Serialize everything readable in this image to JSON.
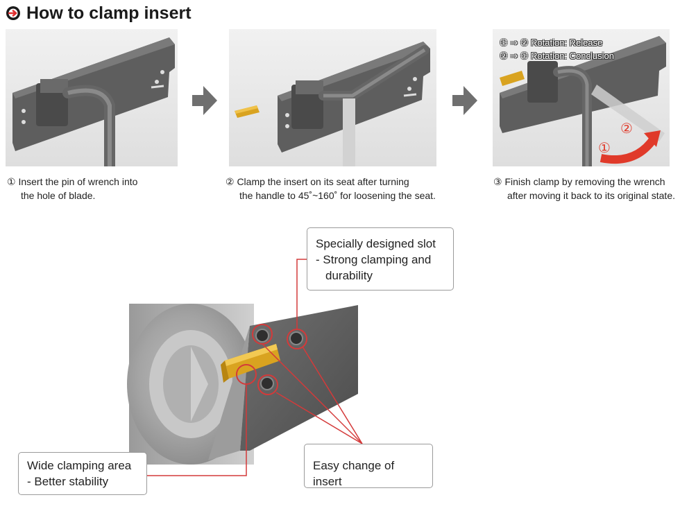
{
  "header": {
    "title": "How to clamp insert",
    "bullet_icon": "circled-arrow-icon",
    "accent": "#e03030"
  },
  "steps": [
    {
      "line1": "① Insert the pin of wrench into",
      "line2": "the hole of blade."
    },
    {
      "line1": "② Clamp the insert on its seat after turning",
      "line2": "the handle to 45˚~160˚ for loosening the seat."
    },
    {
      "line1": "③ Finish clamp by removing the wrench",
      "line2": "after moving it back to its original state."
    }
  ],
  "rotation_note": {
    "release": "① ⇒ ② Rotation: Release",
    "conclusion": "② ⇒ ① Rotation: Conclusion",
    "marker1": "①",
    "marker2": "②"
  },
  "callouts": {
    "slot": {
      "title": "Specially designed slot",
      "line1": "- Strong clamping and",
      "line2": "durability"
    },
    "clamping": {
      "title": "Wide clamping area",
      "line1": "- Better stability"
    },
    "change": {
      "title": "Easy change of insert"
    }
  },
  "colors": {
    "blade": "#5e5e5e",
    "insert": "#d9a320",
    "arrow": "#6f6f6f",
    "leader": "#d43a3a",
    "panel_bg": "#e9e9e9"
  }
}
